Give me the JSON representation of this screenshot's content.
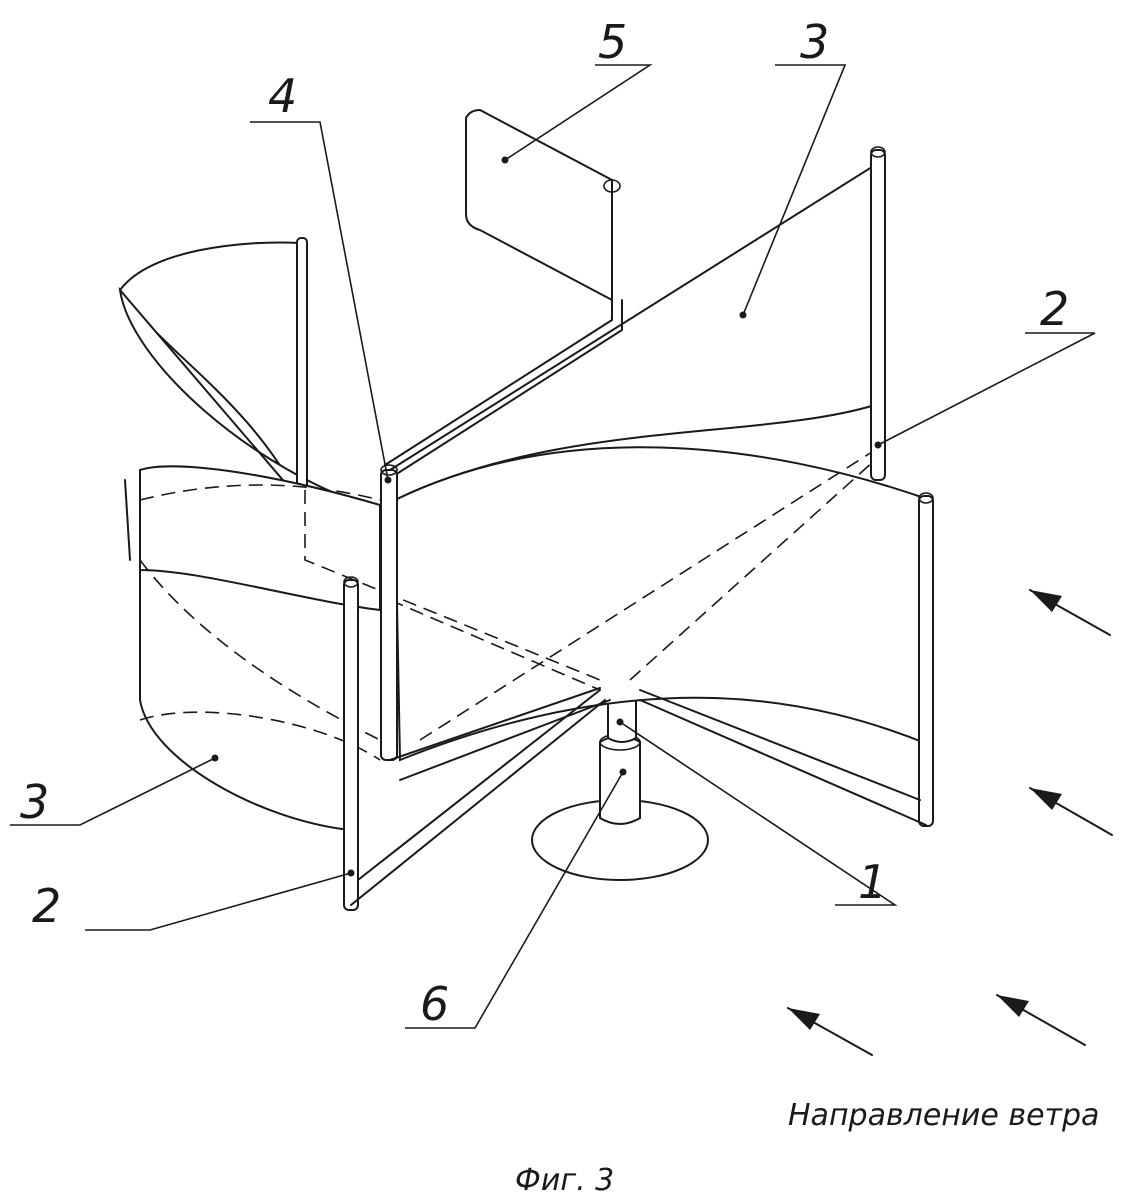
{
  "callouts": {
    "c1": "1",
    "c2a": "2",
    "c2b": "2",
    "c3a": "3",
    "c3b": "3",
    "c4": "4",
    "c5": "5",
    "c6": "6"
  },
  "wind_label": "Направление ветра",
  "figure_caption": "Фиг. 3",
  "colors": {
    "ink": "#1a1a1a",
    "paper": "#ffffff"
  }
}
